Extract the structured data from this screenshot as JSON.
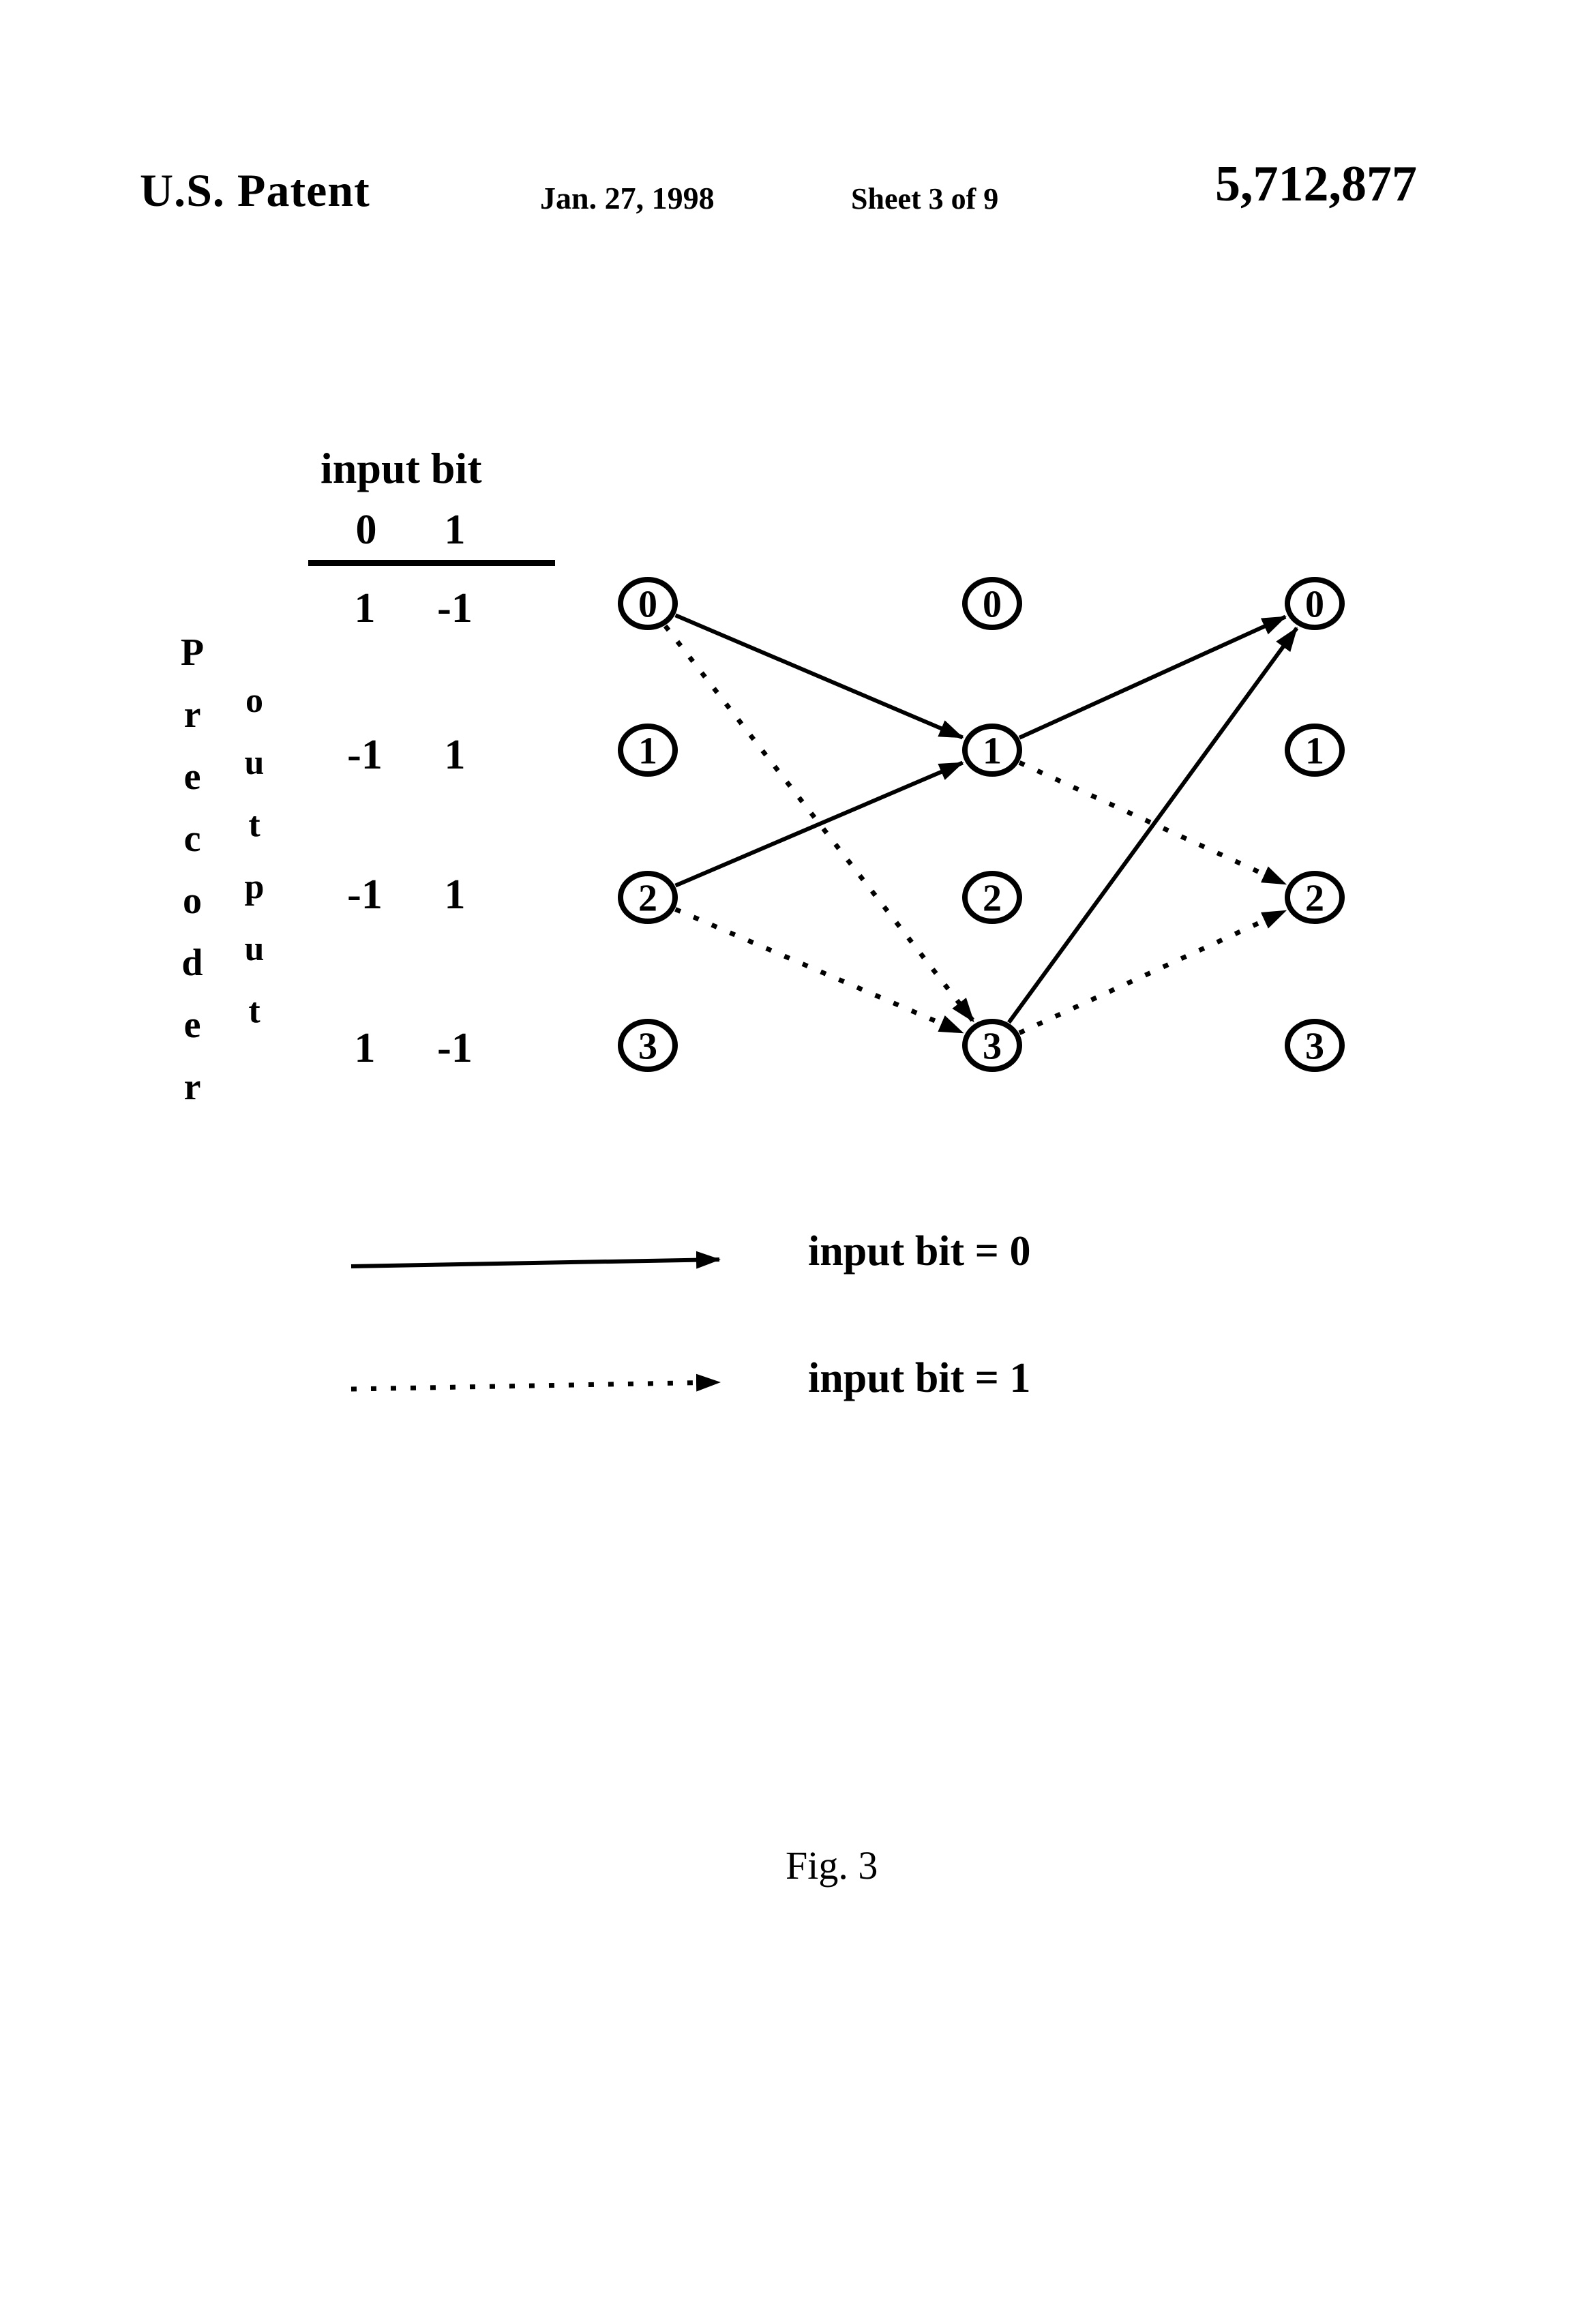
{
  "header": {
    "title": "U.S. Patent",
    "date": "Jan. 27, 1998",
    "sheet": "Sheet 3 of 9",
    "patent_number": "5,712,877"
  },
  "precoder_table": {
    "title": "input bit",
    "column_headers": [
      "0",
      "1"
    ],
    "row_axis_label": "Precoder",
    "col_axis_label": "output",
    "rows": [
      [
        "1",
        "-1"
      ],
      [
        "-1",
        "1"
      ],
      [
        "-1",
        "1"
      ],
      [
        "1",
        "-1"
      ]
    ]
  },
  "trellis": {
    "stages": [
      [
        "0",
        "1",
        "2",
        "3"
      ],
      [
        "0",
        "1",
        "2",
        "3"
      ],
      [
        "0",
        "1",
        "2",
        "3"
      ]
    ],
    "edges": [
      {
        "from": [
          0,
          0
        ],
        "to": [
          1,
          1
        ],
        "bit": 0
      },
      {
        "from": [
          0,
          0
        ],
        "to": [
          1,
          3
        ],
        "bit": 1
      },
      {
        "from": [
          0,
          2
        ],
        "to": [
          1,
          1
        ],
        "bit": 0
      },
      {
        "from": [
          0,
          2
        ],
        "to": [
          1,
          3
        ],
        "bit": 1
      },
      {
        "from": [
          1,
          1
        ],
        "to": [
          2,
          0
        ],
        "bit": 0
      },
      {
        "from": [
          1,
          1
        ],
        "to": [
          2,
          2
        ],
        "bit": 1
      },
      {
        "from": [
          1,
          3
        ],
        "to": [
          2,
          0
        ],
        "bit": 0
      },
      {
        "from": [
          1,
          3
        ],
        "to": [
          2,
          2
        ],
        "bit": 1
      }
    ]
  },
  "legend": {
    "items": [
      {
        "style": "solid",
        "label": "input bit = 0"
      },
      {
        "style": "dotted",
        "label": "input bit = 1"
      }
    ]
  },
  "caption": "Fig. 3",
  "colors": {
    "ink": "#000000",
    "paper": "#ffffff"
  }
}
